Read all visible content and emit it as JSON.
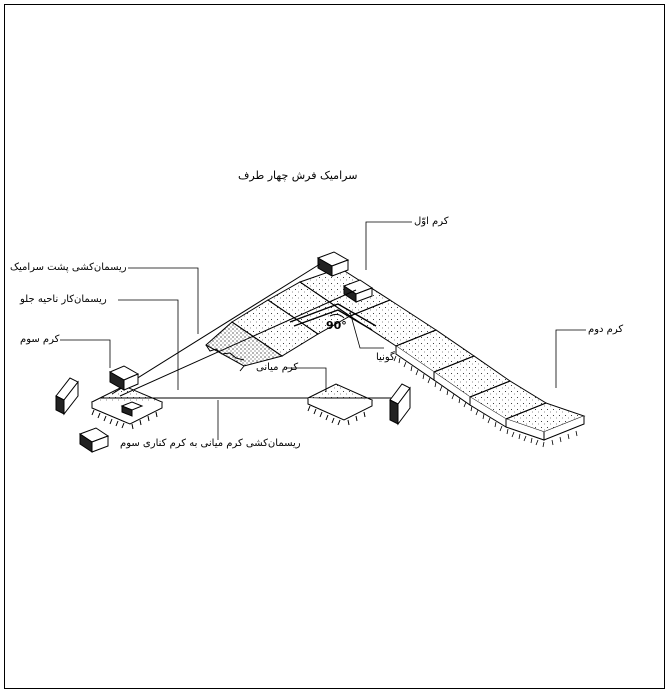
{
  "diagram": {
    "title": "سرامیک فرش چهار طرف",
    "labels": {
      "first_ceramic": "کرم اوّل",
      "second_ceramic": "کرم دوم",
      "third_ceramic": "کرم سوم",
      "middle_ceramic": "کرم میانی",
      "string_behind": "ریسمان‌کشی پشت سرامیک",
      "string_front": "ریسمان‌کار ناحیه جلو",
      "square_tool": "گونیا",
      "angle": "90°",
      "string_middle_to_third": "ریسمان‌کشی کرم میانی به کرم کناری سوم"
    },
    "colors": {
      "ink": "#000000",
      "paper": "#ffffff",
      "frame": "#000000"
    }
  }
}
